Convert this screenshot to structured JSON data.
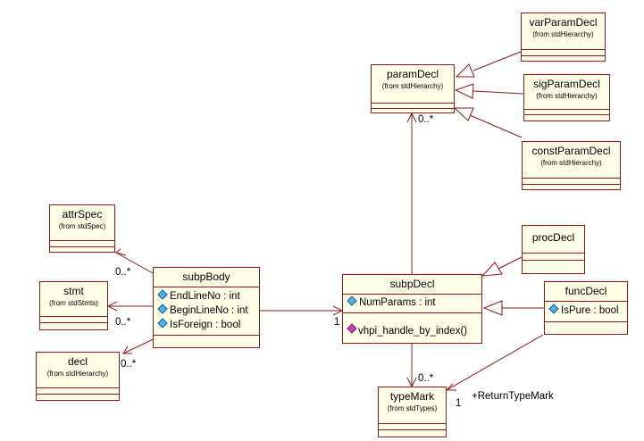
{
  "classes": {
    "paramDecl": {
      "name": "paramDecl",
      "from": "(from stdHierarchy)"
    },
    "varParamDecl": {
      "name": "varParamDecl",
      "from": "(from stdHierarchy)"
    },
    "sigParamDecl": {
      "name": "sigParamDecl",
      "from": "(from stdHierarchy)"
    },
    "constParamDecl": {
      "name": "constParamDecl",
      "from": "(from stdHierarchy)"
    },
    "attrSpec": {
      "name": "attrSpec",
      "from": "(from stdSpec)"
    },
    "stmt": {
      "name": "stmt",
      "from": "(from stdStmts)"
    },
    "decl": {
      "name": "decl",
      "from": "(from stdHierarchy)"
    },
    "subpBody": {
      "name": "subpBody",
      "attributes": [
        "EndLineNo : int",
        "BeginLineNo : int",
        "IsForeign : bool"
      ]
    },
    "subpDecl": {
      "name": "subpDecl",
      "attributes": [
        "NumParams : int"
      ],
      "operations": [
        "vhpi_handle_by_index()"
      ]
    },
    "procDecl": {
      "name": "procDecl"
    },
    "funcDecl": {
      "name": "funcDecl",
      "attributes": [
        "IsPure : bool"
      ]
    },
    "typeMark": {
      "name": "typeMark",
      "from": "(from stdTypes)"
    }
  },
  "labels": {
    "param_mult": "0..*",
    "attr_mult": "0..*",
    "stmt_mult": "0..*",
    "decl_mult": "0..*",
    "subpbody_one": "1",
    "type_mult": "0..*",
    "type_one": "1",
    "return_role": "+ReturnTypeMark"
  },
  "colors": {
    "line": "#8b1a1a",
    "box_fill": "#ffffe8",
    "attr_icon": "#4fb4e8",
    "op_icon": "#c040c0"
  }
}
